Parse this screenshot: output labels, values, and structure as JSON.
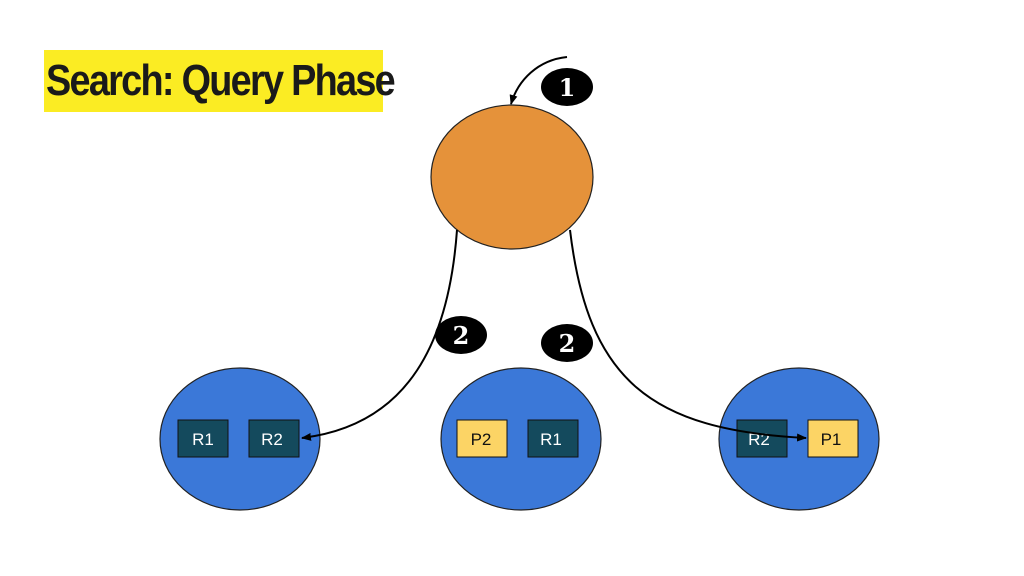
{
  "title": "Search: Query Phase",
  "colors": {
    "coordinator": "#e5923a",
    "node": "#3b78d8",
    "replica": "#144a5d",
    "primary": "#fcd465",
    "title_bg": "#fbec23",
    "step_badge": "#000000"
  },
  "steps": {
    "step1": "1",
    "step2a": "2",
    "step2b": "2"
  },
  "nodes": [
    {
      "shards": [
        {
          "label": "R1",
          "kind": "replica"
        },
        {
          "label": "R2",
          "kind": "replica"
        }
      ]
    },
    {
      "shards": [
        {
          "label": "P2",
          "kind": "primary"
        },
        {
          "label": "R1",
          "kind": "replica"
        }
      ]
    },
    {
      "shards": [
        {
          "label": "R2",
          "kind": "replica"
        },
        {
          "label": "P1",
          "kind": "primary"
        }
      ]
    }
  ]
}
